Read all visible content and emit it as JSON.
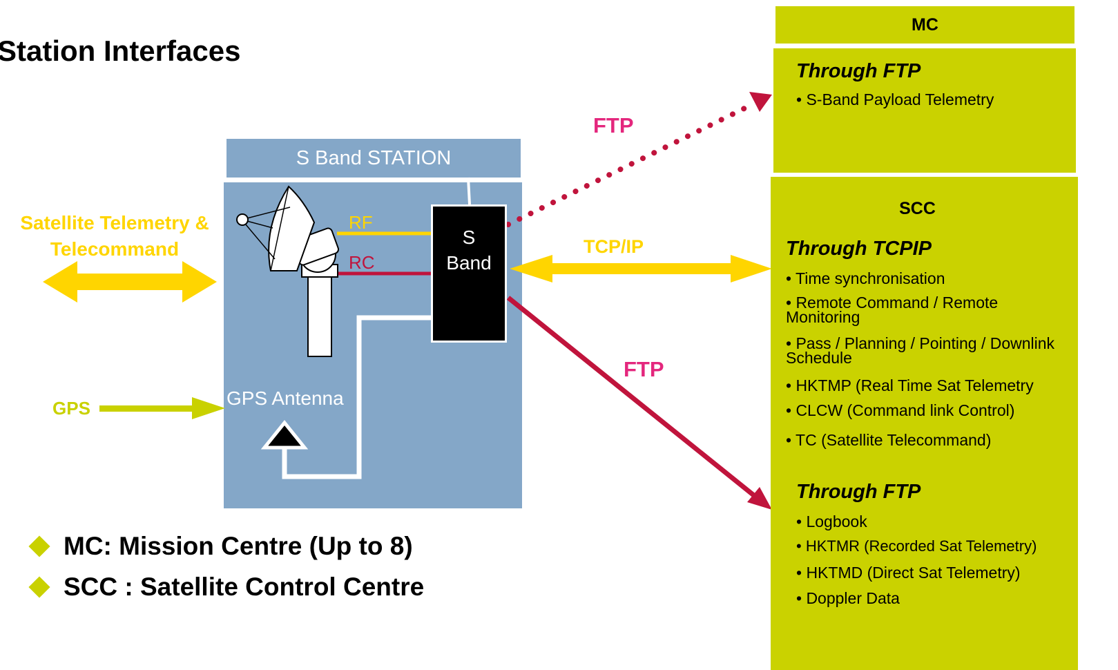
{
  "title": "Station Interfaces",
  "station": {
    "header": "S Band STATION",
    "sband_line1": "S",
    "sband_line2": "Band",
    "rf": "RF",
    "rc": "RC",
    "gps_antenna": "GPS Antenna"
  },
  "left_labels": {
    "sat_line1": "Satellite Telemetry &",
    "sat_line2": "Telecommand",
    "gps": "GPS"
  },
  "links": {
    "ftp_top": "FTP",
    "tcpip": "TCP/IP",
    "ftp_bottom": "FTP"
  },
  "mc": {
    "header": "MC",
    "section_title": "Through FTP",
    "items": [
      "• S-Band Payload Telemetry"
    ]
  },
  "scc": {
    "header": "SCC",
    "tcpip_title": "Through TCPIP",
    "tcpip_items": [
      "• Time synchronisation",
      "• Remote Command / Remote Monitoring",
      "• Pass / Planning / Pointing / Downlink Schedule",
      "• HKTMP (Real Time Sat Telemetry",
      "• CLCW (Command link Control)",
      "• TC (Satellite Telecommand)"
    ],
    "ftp_title": "Through FTP",
    "ftp_items": [
      "• Logbook",
      "• HKTMR (Recorded Sat Telemetry)",
      "• HKTMD (Direct Sat Telemetry)",
      "• Doppler Data"
    ]
  },
  "legend": [
    "MC: Mission Centre (Up to 8)",
    "SCC : Satellite Control Centre"
  ],
  "colors": {
    "station_blue": "#84a7c8",
    "box_olive": "#cad200",
    "link_yellow": "#ffd500",
    "link_red": "#c0143c",
    "label_pink": "#e4277d"
  }
}
